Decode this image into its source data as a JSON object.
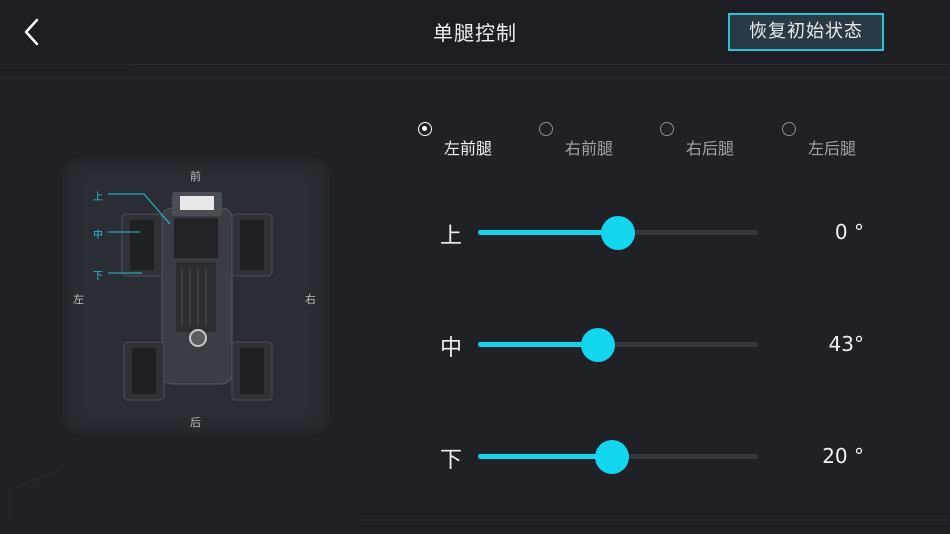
{
  "header": {
    "title": "单腿控制",
    "reset_label": "恢复初始状态",
    "back_icon": "chevron-left-icon"
  },
  "robot": {
    "front": "前",
    "back": "后",
    "left": "左",
    "right": "右",
    "joints": [
      "上",
      "中",
      "下"
    ]
  },
  "legs": {
    "selected": "左前腿",
    "options": [
      "左前腿",
      "右前腿",
      "右后腿",
      "左后腿"
    ]
  },
  "sliders": [
    {
      "label": "上",
      "value_text": "0 °",
      "fraction": 0.5
    },
    {
      "label": "中",
      "value_text": "43°",
      "fraction": 0.43
    },
    {
      "label": "下",
      "value_text": "20 °",
      "fraction": 0.48
    }
  ],
  "colors": {
    "accent": "#12d6ee",
    "background": "#1f2126",
    "header": "#1c1e22",
    "panel": "#2a2d33"
  }
}
